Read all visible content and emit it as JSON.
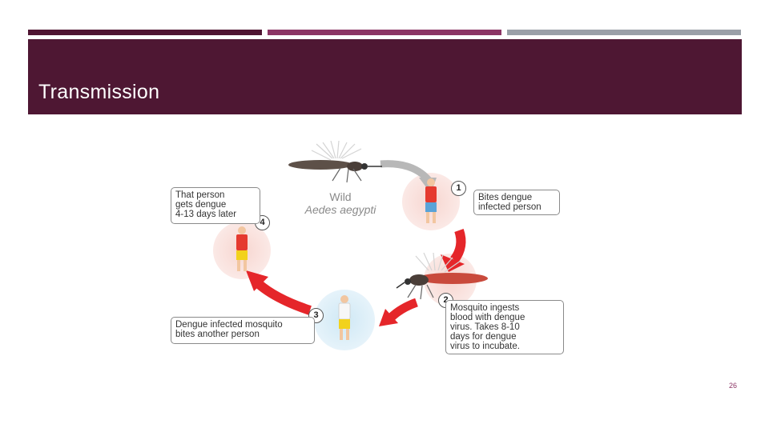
{
  "slide": {
    "title": "Transmission",
    "page_number": "26"
  },
  "colors": {
    "accent_dark": "#4f1532",
    "accent_mid": "#8c3565",
    "accent_gray": "#9aa0a8",
    "arrow_red": "#e5262a"
  },
  "diagram": {
    "wild_label_line1": "Wild",
    "wild_label_line2": "Aedes aegypti",
    "steps": [
      {
        "number": "1",
        "lines": [
          "Bites dengue",
          "infected person"
        ]
      },
      {
        "number": "2",
        "lines": [
          "Mosquito ingests",
          "blood with dengue",
          "virus. Takes 8-10",
          "days for dengue",
          "virus to incubate."
        ]
      },
      {
        "number": "3",
        "lines": [
          "Dengue infected mosquito",
          "bites another person"
        ]
      },
      {
        "number": "4",
        "lines": [
          "That person",
          "gets dengue",
          "4-13 days later"
        ]
      }
    ],
    "icons": [
      "mosquito-icon",
      "person-icon"
    ]
  }
}
